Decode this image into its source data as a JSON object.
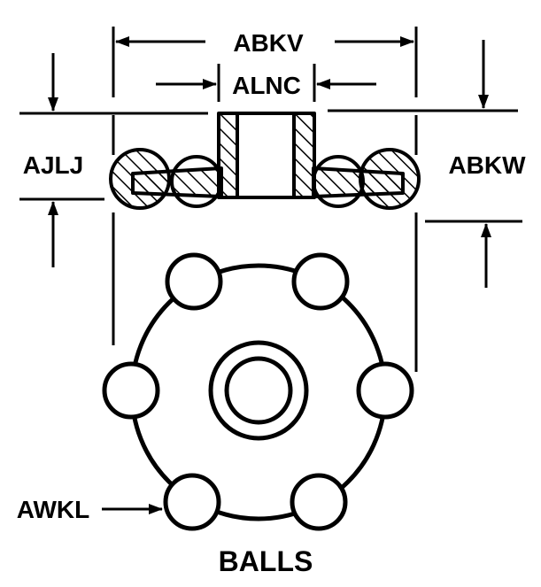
{
  "labels": {
    "overall_width": "ABKV",
    "bore_width": "ALNC",
    "hub_height": "AJLJ",
    "overall_height": "ABKW",
    "ball_callout": "AWKL",
    "caption": "BALLS"
  },
  "colors": {
    "ink": "#000000",
    "paper": "#ffffff"
  }
}
